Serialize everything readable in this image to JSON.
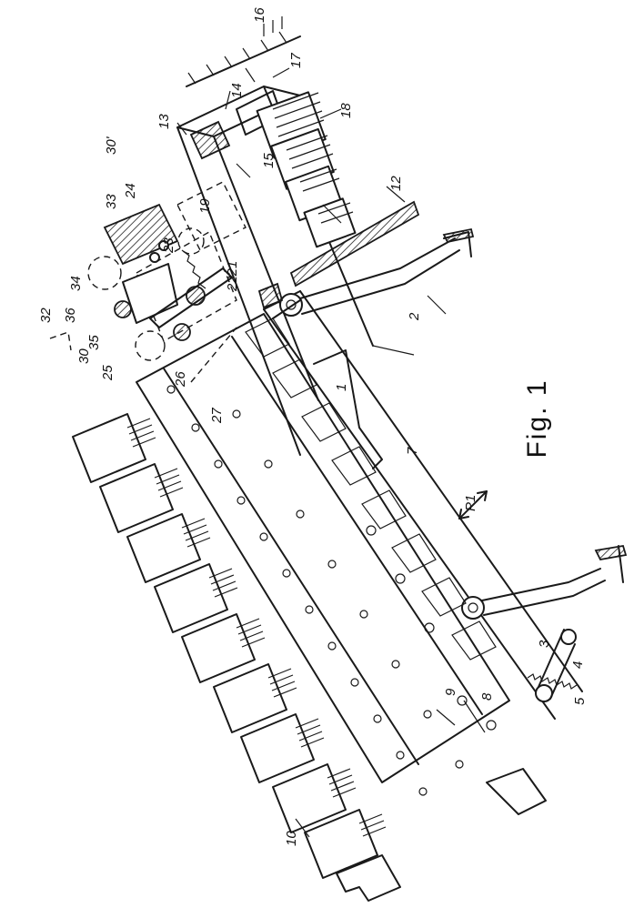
{
  "figure": {
    "caption": "Fig. 1",
    "direction_label": "P1"
  },
  "labels": [
    {
      "id": "l1",
      "text": "1"
    },
    {
      "id": "l2",
      "text": "2"
    },
    {
      "id": "l3",
      "text": "3"
    },
    {
      "id": "l4",
      "text": "4"
    },
    {
      "id": "l5",
      "text": "5"
    },
    {
      "id": "l7",
      "text": "7"
    },
    {
      "id": "l8",
      "text": "8"
    },
    {
      "id": "l9",
      "text": "9"
    },
    {
      "id": "l10",
      "text": "10"
    },
    {
      "id": "l12",
      "text": "12"
    },
    {
      "id": "l13",
      "text": "13"
    },
    {
      "id": "l14",
      "text": "14"
    },
    {
      "id": "l15",
      "text": "15"
    },
    {
      "id": "l16",
      "text": "16"
    },
    {
      "id": "l17",
      "text": "17"
    },
    {
      "id": "l18",
      "text": "18"
    },
    {
      "id": "l19",
      "text": "19"
    },
    {
      "id": "l2221",
      "text": "2221"
    },
    {
      "id": "l23",
      "text": "23"
    },
    {
      "id": "l24",
      "text": "24"
    },
    {
      "id": "l25",
      "text": "25"
    },
    {
      "id": "l26",
      "text": "26"
    },
    {
      "id": "l27",
      "text": "27"
    },
    {
      "id": "l30",
      "text": "30"
    },
    {
      "id": "l30p",
      "text": "30'"
    },
    {
      "id": "l32",
      "text": "32"
    },
    {
      "id": "l33",
      "text": "33"
    },
    {
      "id": "l34",
      "text": "34"
    },
    {
      "id": "l35",
      "text": "35"
    },
    {
      "id": "l36",
      "text": "36"
    }
  ]
}
